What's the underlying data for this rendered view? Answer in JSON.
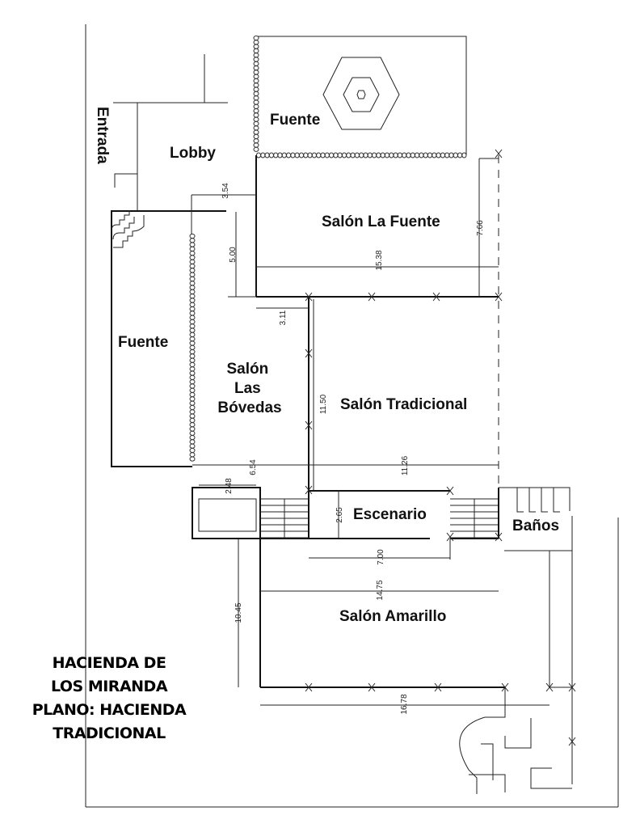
{
  "rooms": {
    "fuente_top": "Fuente",
    "lobby": "Lobby",
    "entrada": "Entrada",
    "salon_la_fuente": "Salón La Fuente",
    "fuente_left": "Fuente",
    "salon_las_bovedas_1": "Salón",
    "salon_las_bovedas_2": "Las",
    "salon_las_bovedas_3": "Bóvedas",
    "salon_tradicional": "Salón Tradicional",
    "escenario": "Escenario",
    "banos": "Baños",
    "salon_amarillo": "Salón Amarillo"
  },
  "dimensions": {
    "d354": "3.54",
    "d500": "5.00",
    "d766": "7.66",
    "d1538": "15.38",
    "d311": "3.11",
    "d1150": "11.50",
    "d654": "6.54",
    "d1126": "11.26",
    "d248": "2.48",
    "d265": "2.65",
    "d700": "7.00",
    "d1475": "14.75",
    "d1045": "10.45",
    "d1678": "16.78"
  },
  "title": {
    "line1": "HACIENDA DE",
    "line2": "LOS MIRANDA",
    "line3": "PLANO: HACIENDA",
    "line4": "TRADICIONAL"
  }
}
